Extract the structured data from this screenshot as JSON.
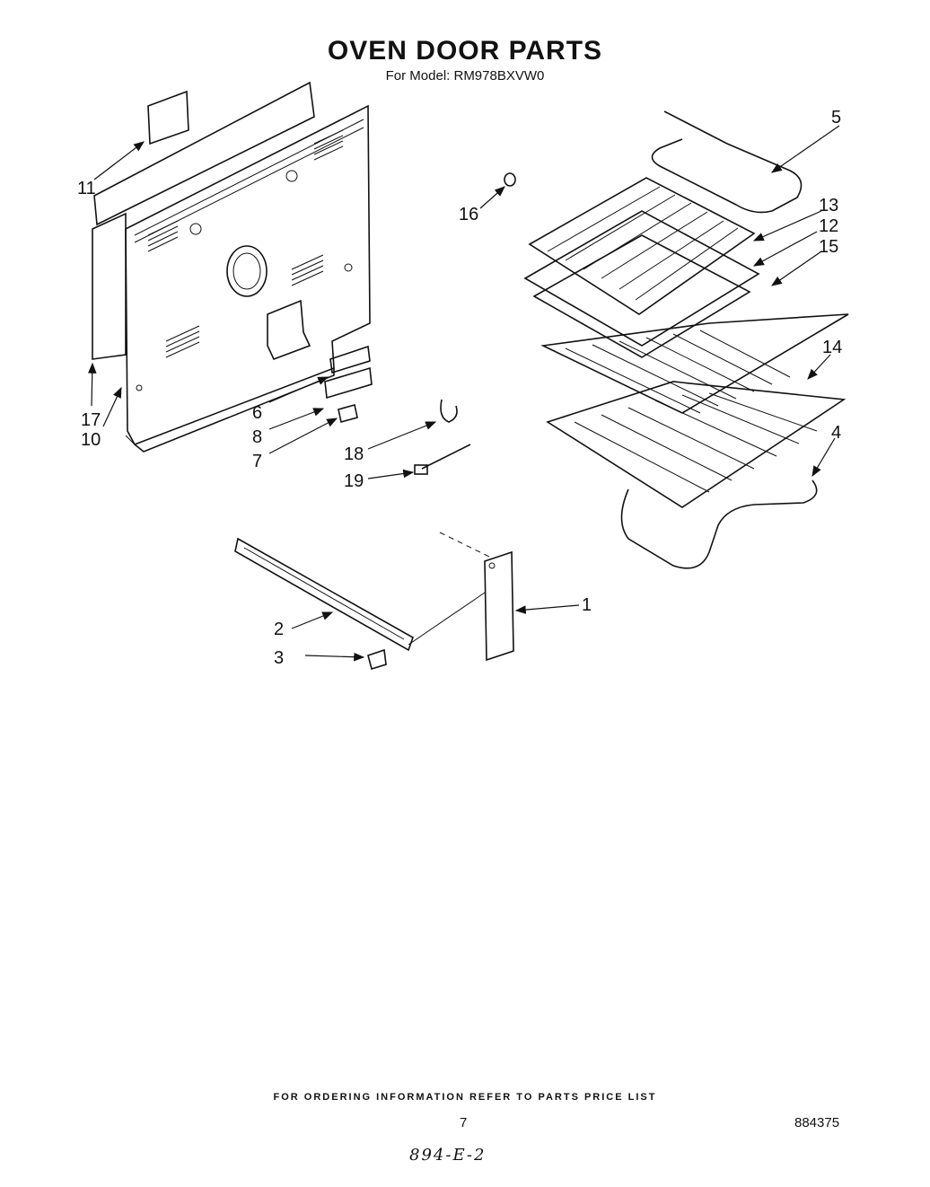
{
  "header": {
    "title": "OVEN DOOR PARTS",
    "subtitle": "For Model: RM978BXVW0"
  },
  "callouts": [
    {
      "id": "c11",
      "label": "11"
    },
    {
      "id": "c17",
      "label": "17"
    },
    {
      "id": "c10",
      "label": "10"
    },
    {
      "id": "c6",
      "label": "6"
    },
    {
      "id": "c8",
      "label": "8"
    },
    {
      "id": "c7",
      "label": "7"
    },
    {
      "id": "c18",
      "label": "18"
    },
    {
      "id": "c19",
      "label": "19"
    },
    {
      "id": "c16",
      "label": "16"
    },
    {
      "id": "c5",
      "label": "5"
    },
    {
      "id": "c13",
      "label": "13"
    },
    {
      "id": "c12",
      "label": "12"
    },
    {
      "id": "c15",
      "label": "15"
    },
    {
      "id": "c14",
      "label": "14"
    },
    {
      "id": "c4",
      "label": "4"
    },
    {
      "id": "c1",
      "label": "1"
    },
    {
      "id": "c2",
      "label": "2"
    },
    {
      "id": "c3",
      "label": "3"
    }
  ],
  "footer": {
    "ordering_note": "FOR ORDERING INFORMATION REFER TO PARTS PRICE LIST",
    "page_number": "7",
    "document_number": "884375",
    "handwritten_code": "894-E-2"
  }
}
